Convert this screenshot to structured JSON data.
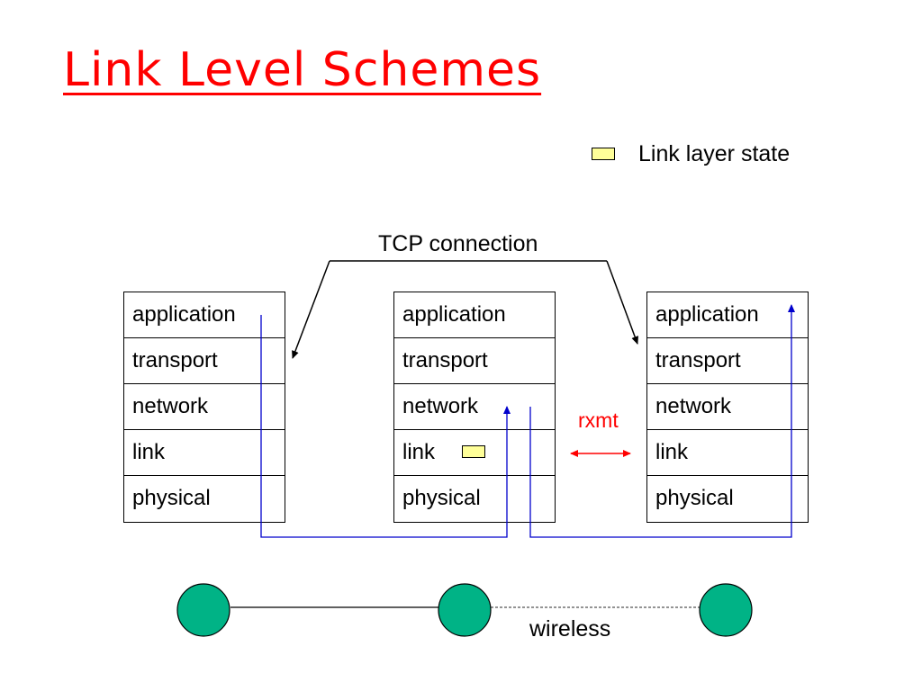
{
  "title": "Link Level Schemes",
  "legend": {
    "label": "Link layer state",
    "swatch_color": "#ffff99"
  },
  "tcp_label": "TCP connection",
  "stacks": [
    {
      "layers": [
        "application",
        "transport",
        "network",
        "link",
        "physical"
      ],
      "has_link_state": false
    },
    {
      "layers": [
        "application",
        "transport",
        "network",
        "link",
        "physical"
      ],
      "has_link_state": true
    },
    {
      "layers": [
        "application",
        "transport",
        "network",
        "link",
        "physical"
      ],
      "has_link_state": false
    }
  ],
  "rxmt_label": "rxmt",
  "wireless_label": "wireless",
  "colors": {
    "title": "#ff0000",
    "path": "#0000cc",
    "rxmt": "#ff0000",
    "node_fill": "#00b386",
    "node_stroke": "#000000"
  }
}
